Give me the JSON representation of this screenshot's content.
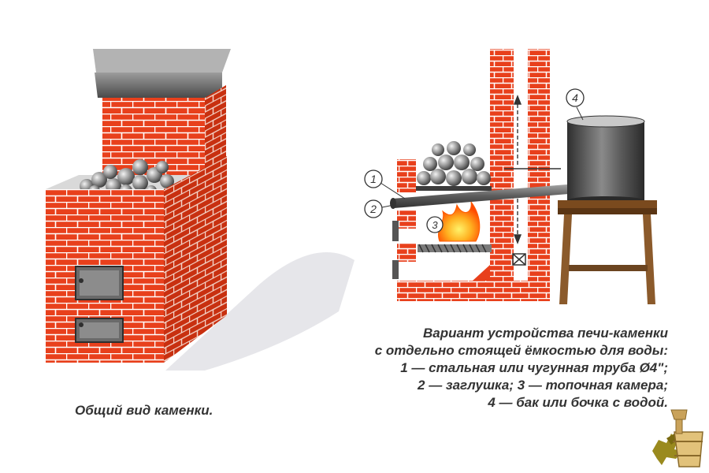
{
  "left_caption": "Общий вид каменки.",
  "legend": {
    "title_line1": "Вариант устройства печи-каменки",
    "title_line2": "с отдельно стоящей ёмкостью для воды:",
    "item1": "1 — стальная или чугунная труба Ø4\";",
    "item2": "2 — заглушка; 3 — топочная камера;",
    "item3": "4 —  бак или бочка с водой."
  },
  "callouts": {
    "c1": "1",
    "c2": "2",
    "c3": "3",
    "c4": "4"
  },
  "colors": {
    "brick": "#e8401c",
    "mortar": "#ffffff",
    "metal": "#555555",
    "stone": "#a0a0a0",
    "wood": "#8b5a2b",
    "shadow": "#e6e6ea"
  },
  "icons": [
    "brick-stove-illustration",
    "sauna-bucket-logo-icon"
  ]
}
